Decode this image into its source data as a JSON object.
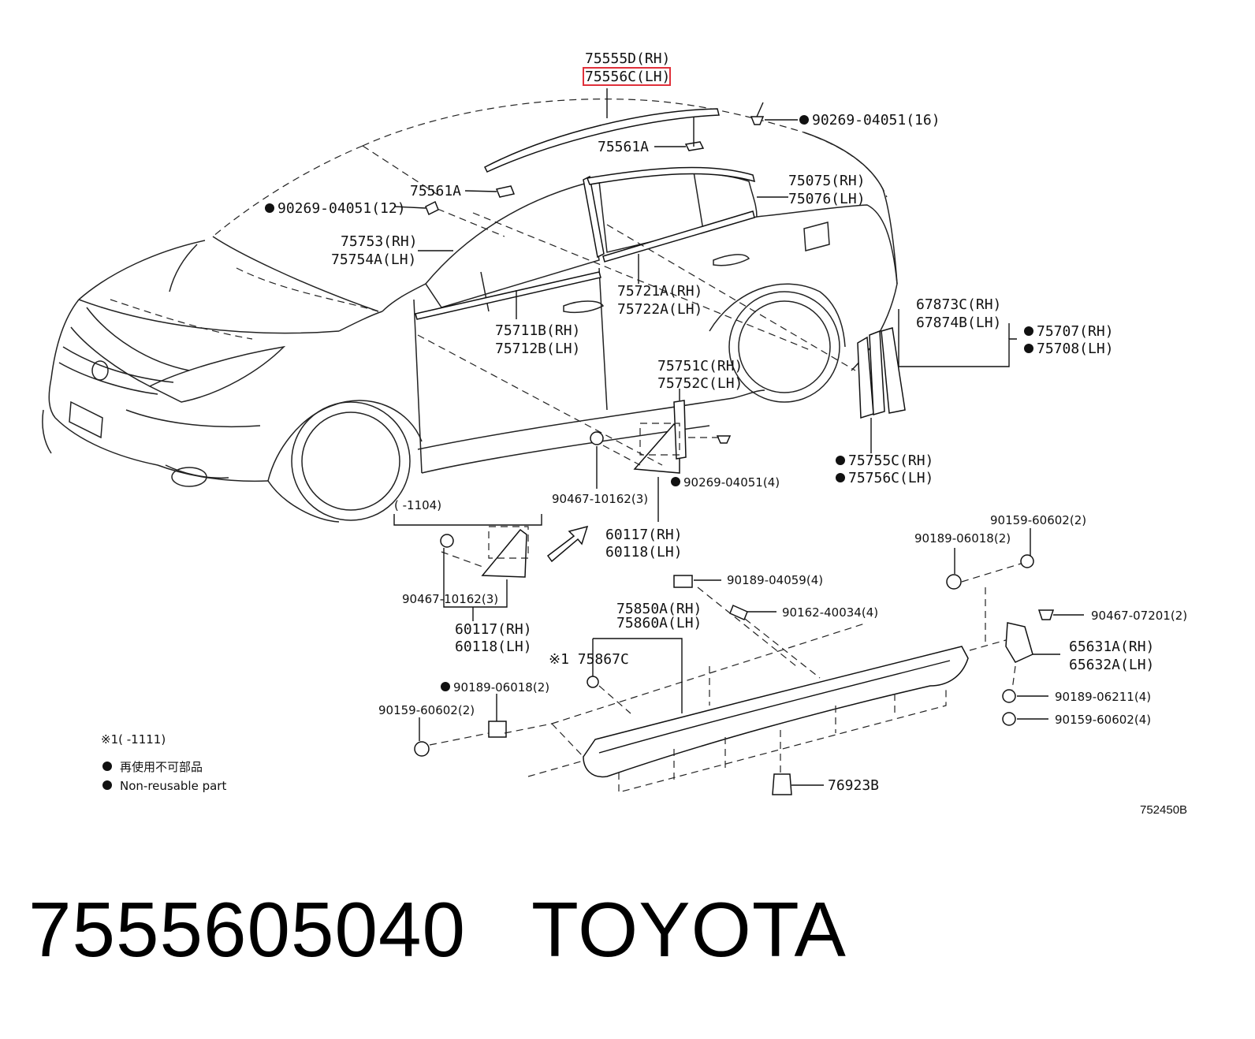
{
  "caption": {
    "part_number": "7555605040",
    "brand": "TOYOTA"
  },
  "diagram_ref": "752450B",
  "labels": {
    "l75555d": "75555D(RH)",
    "l75556c": "75556C(LH)",
    "l90269_16": "90269-04051(16)",
    "l75561a_top": "75561A",
    "l75075": "75075(RH)",
    "l75076": "75076(LH)",
    "l75561a_left": "75561A",
    "l90269_12": "90269-04051(12)",
    "l75753": "75753(RH)",
    "l75754a": "75754A(LH)",
    "l75721a": "75721A(RH)",
    "l75722a": "75722A(LH)",
    "l75711b": "75711B(RH)",
    "l75712b": "75712B(LH)",
    "l67873c": "67873C(RH)",
    "l67874b": "67874B(LH)",
    "l75707": "75707(RH)",
    "l75708": "75708(LH)",
    "l75751c": "75751C(RH)",
    "l75752c": "75752C(LH)",
    "l75755c": "75755C(RH)",
    "l75756c": "75756C(LH)",
    "l90269_4": "90269-04051(4)",
    "l90467_a": "90467-10162(3)",
    "l60117_a": "60117(RH)",
    "l60118_a": "60118(LH)",
    "l1104": "(    -1104)",
    "l90467_b": "90467-10162(3)",
    "l60117_b": "60117(RH)",
    "l60118_b": "60118(LH)",
    "l90159_top": "90159-60602(2)",
    "l90189_top": "90189-06018(2)",
    "l90189_04059": "90189-04059(4)",
    "l90162": "90162-40034(4)",
    "l90467_07201": "90467-07201(2)",
    "l75850a": "75850A(RH)",
    "l75860a": "75860A(LH)",
    "l65631a": "65631A(RH)",
    "l65632a": "65632A(LH)",
    "l75867c": "※1 75867C",
    "l90189_left": "90189-06018(2)",
    "l90159_left": "90159-60602(2)",
    "l90189_06211": "90189-06211(4)",
    "l90159_right": "90159-60602(4)",
    "l76923b": "76923B"
  },
  "notes": {
    "n1111": "※1(     -1111)",
    "n_jp": "再使用不可部品",
    "n_en": "Non-reusable part"
  },
  "highlight_color": "#e0303a"
}
